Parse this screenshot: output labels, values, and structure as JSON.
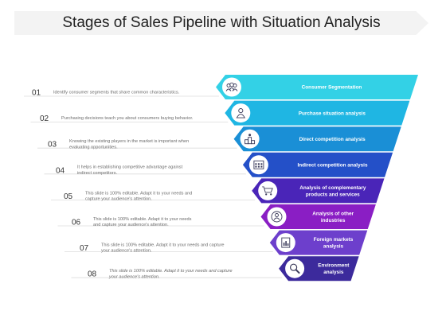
{
  "title": "Stages of Sales Pipeline with Situation Analysis",
  "stages": [
    {
      "number": "01",
      "description": [
        "Identify consumer segments that share common characteristics."
      ],
      "label": [
        "Consumer Segmentation"
      ],
      "icon": "people-group-icon",
      "color": "#33d1e6",
      "italic": false
    },
    {
      "number": "02",
      "description": [
        "Purchasing decisions teach you about consumers buying behavior."
      ],
      "label": [
        "Purchase situation analysis"
      ],
      "icon": "user-touch-icon",
      "color": "#1fb6e3",
      "italic": false
    },
    {
      "number": "03",
      "description": [
        "Knowing the existing players in the market is important when",
        "evaluating opportunities."
      ],
      "label": [
        "Direct competition analysis"
      ],
      "icon": "podium-icon",
      "color": "#1a8fd6",
      "italic": false
    },
    {
      "number": "04",
      "description": [
        "It helps in establishing competitive advantage against",
        "indirect competitors."
      ],
      "label": [
        "Indirect competition analysis"
      ],
      "icon": "calendar-grid-icon",
      "color": "#2450c8",
      "italic": false
    },
    {
      "number": "05",
      "description": [
        "This slide is 100% editable. Adapt it to your needs and",
        "capture your audience's attention."
      ],
      "label": [
        "Analysis of complementary",
        "products and services"
      ],
      "icon": "cart-icon",
      "color": "#4a25b8",
      "italic": false
    },
    {
      "number": "06",
      "description": [
        "This slide is 100% editable. Adapt it to your needs",
        "and capture your audience's attention."
      ],
      "label": [
        "Analysis of other",
        "industries"
      ],
      "icon": "user-circle-icon",
      "color": "#8a1ec4",
      "italic": false
    },
    {
      "number": "07",
      "description": [
        "This slide is 100% editable. Adapt it to your needs and capture",
        "your audience's attention."
      ],
      "label": [
        "Foreign markets",
        "analysis"
      ],
      "icon": "document-chart-icon",
      "color": "#6d3fcc",
      "italic": false
    },
    {
      "number": "08",
      "description": [
        "This slide is 100% editable. Adapt it to your needs and capture",
        "your audience's attention."
      ],
      "label": [
        "Environment",
        "analysis"
      ],
      "icon": "magnifier-icon",
      "color": "#3c2a9c",
      "italic": true
    }
  ]
}
